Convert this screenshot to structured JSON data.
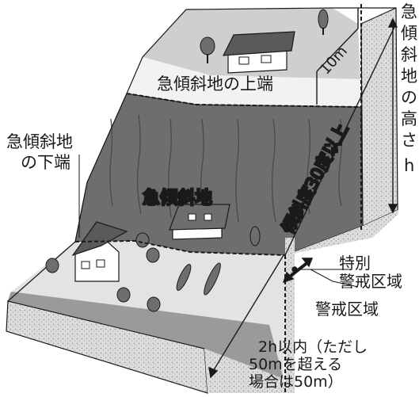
{
  "labels": {
    "top_edge": "急傾斜地の上端",
    "bottom_edge_line1": "急傾斜地",
    "bottom_edge_line2": "の下端",
    "slope": "急傾斜地",
    "angle": "傾斜度30度以上",
    "ten_m": "10m",
    "height_chars": [
      "急",
      "傾",
      "斜",
      "地",
      "の",
      "高",
      "さ",
      "h"
    ],
    "special_zone_line1": "特別",
    "special_zone_line2": "警戒区域",
    "warning_zone": "警戒区域",
    "range_line1": "2h以内（ただし",
    "range_line2": "50mを超える",
    "range_line3": "場合は50m）"
  },
  "colors": {
    "top_plateau": "#cfcfcf",
    "top_band": "#f2f2f2",
    "slope": "#6e6e6e",
    "lower_ground": "#e3e3e3",
    "lower_strip": "#9a9a9a",
    "soil_side": "#d9d9d9",
    "outline": "#1a1a1a"
  }
}
